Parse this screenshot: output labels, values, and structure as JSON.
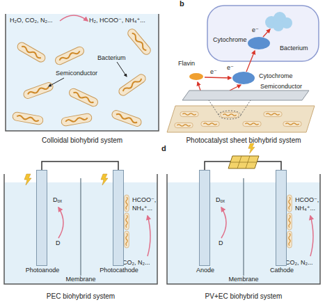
{
  "diagram": {
    "nodes": [
      {
        "text": [
          "Photoanode"
        ]
      },
      {
        "text": [
          "Photocathode"
        ]
      },
      {
        "text": [
          "Anode"
        ]
      },
      {
        "text": [
          "Cathode"
        ]
      }
    ],
    "edges": [
      {
        "from": 0,
        "to": 1,
        "arrow": "none"
      },
      {
        "from": 2,
        "to": 3,
        "arrow": "none"
      }
    ],
    "labels": [
      "b",
      "H₂O, CO₂, N₂...",
      "H₂, HCOO⁻, NH₄⁺...",
      "Bacterium",
      "Semiconductor",
      "Colloidal biohybrid system",
      "Bacterium",
      "Cytochrome",
      "e⁻",
      "Cytochrome",
      "e⁻",
      "Flavin",
      "e⁻",
      "Semiconductor",
      "Photocatalyst sheet biohybrid system",
      "d",
      "Dₒₓ",
      "D",
      "HCOO⁻,",
      "NH₄⁺...",
      "CO₂, N₂...",
      "Membrane",
      "PEC biohybrid system",
      "Dₒₓ",
      "D",
      "HCOO⁻,",
      "NH₄⁺...",
      "CO₂, N₂...",
      "Membrane",
      "PV+EC biohybrid system"
    ]
  }
}
